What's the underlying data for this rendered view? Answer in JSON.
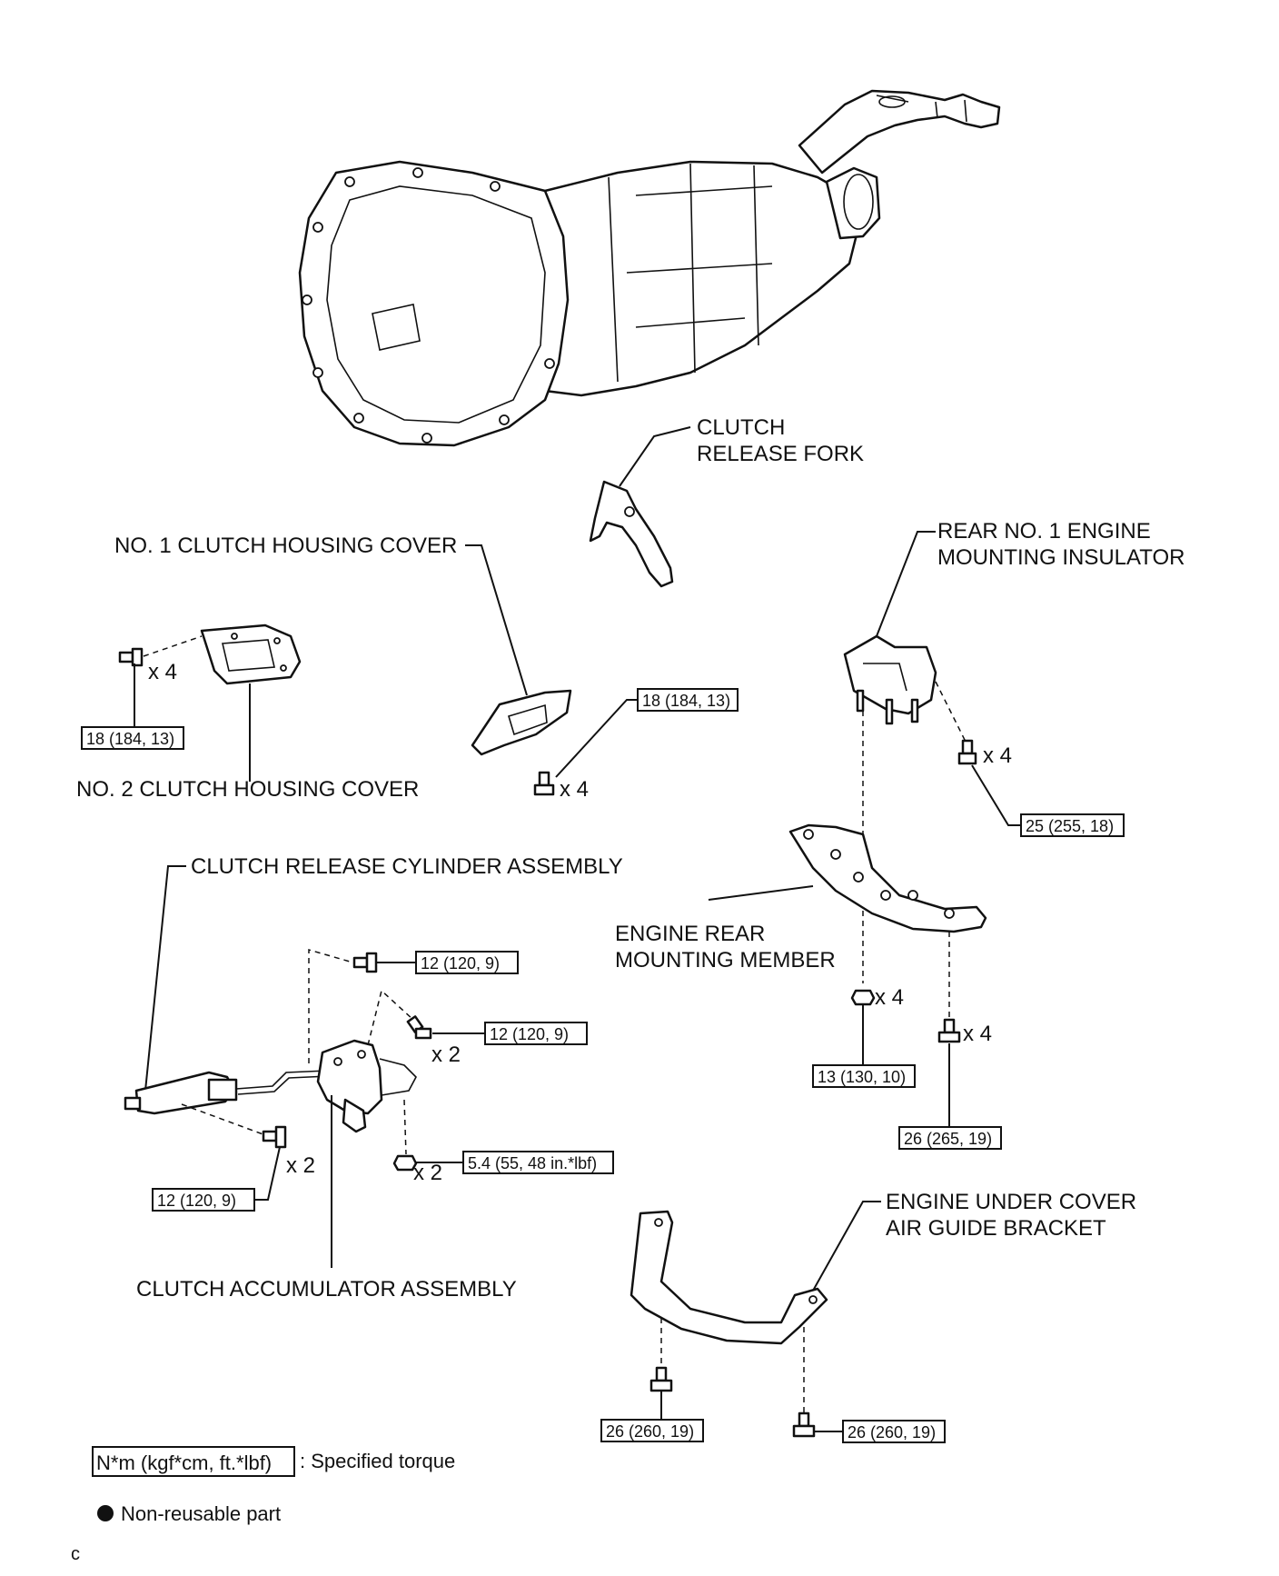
{
  "labels": {
    "clutch_release_fork_1": "CLUTCH",
    "clutch_release_fork_2": "RELEASE FORK",
    "no1_clutch_housing_cover": "NO. 1 CLUTCH HOUSING COVER",
    "no2_clutch_housing_cover": "NO. 2 CLUTCH HOUSING COVER",
    "rear_no1_insulator_1": "REAR NO. 1 ENGINE",
    "rear_no1_insulator_2": "MOUNTING INSULATOR",
    "clutch_release_cylinder": "CLUTCH RELEASE CYLINDER ASSEMBLY",
    "engine_rear_member_1": "ENGINE REAR",
    "engine_rear_member_2": "MOUNTING MEMBER",
    "clutch_accumulator": "CLUTCH ACCUMULATOR ASSEMBLY",
    "under_cover_bracket_1": "ENGINE UNDER COVER",
    "under_cover_bracket_2": "AIR GUIDE BRACKET"
  },
  "torques": {
    "no2_cover_bolts": "18 (184, 13)",
    "no1_cover_bolts": "18 (184, 13)",
    "insulator_bolts": "25 (255, 18)",
    "accumulator_upper_bolt": "12 (120, 9)",
    "accumulator_side_bolts": "12 (120, 9)",
    "cylinder_bolts": "12 (120, 9)",
    "accumulator_nuts": "5.4 (55, 48 in.*lbf)",
    "member_nuts": "13 (130, 10)",
    "member_bolts": "26 (265, 19)",
    "bracket_bolt_left": "26 (260, 19)",
    "bracket_bolt_right": "26 (260, 19)"
  },
  "quantities": {
    "no2_cover_bolts": "x 4",
    "no1_cover_bolts": "x 4",
    "insulator_bolts": "x 4",
    "accumulator_side_bolts": "x 2",
    "accumulator_nuts": "x 2",
    "cylinder_bolts": "x 2",
    "member_nuts": "x 4",
    "member_bolts": "x 4"
  },
  "legend": {
    "torque_unit": "N*m (kgf*cm, ft.*lbf)",
    "torque_desc": ": Specified torque",
    "non_reusable": "Non-reusable part",
    "corner_mark": "c"
  },
  "colors": {
    "ink": "#111111",
    "paper": "#ffffff"
  },
  "icons": {
    "non_reusable_marker": "filled-circle-icon",
    "bolt": "bolt-icon",
    "nut": "nut-icon"
  }
}
